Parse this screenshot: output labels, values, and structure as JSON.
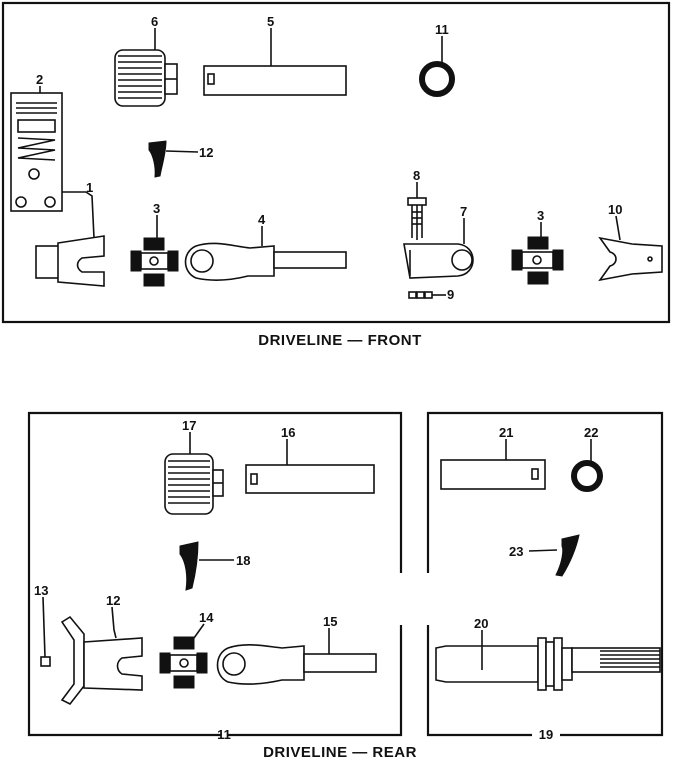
{
  "captions": {
    "front": "DRIVELINE — FRONT",
    "rear": "DRIVELINE — REAR"
  },
  "front_callouts": {
    "c1": "1",
    "c2": "2",
    "c3a": "3",
    "c3b": "3",
    "c4": "4",
    "c5": "5",
    "c6": "6",
    "c7": "7",
    "c8": "8",
    "c9": "9",
    "c10": "10",
    "c11": "11",
    "c12": "12"
  },
  "rear_callouts": {
    "c11": "11",
    "c12": "12",
    "c13": "13",
    "c14": "14",
    "c15": "15",
    "c16": "16",
    "c17": "17",
    "c18": "18",
    "c19": "19",
    "c20": "20",
    "c21": "21",
    "c22": "22",
    "c23": "23"
  }
}
